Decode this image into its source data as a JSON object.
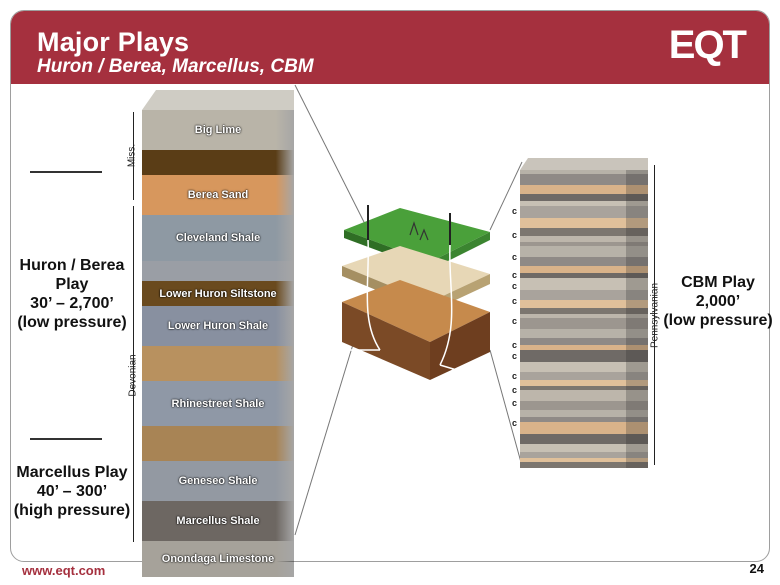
{
  "header": {
    "title": "Major Plays",
    "subtitle": "Huron / Berea, Marcellus, CBM",
    "logo_text": "EQT"
  },
  "left_plays": {
    "huron": [
      "Huron / Berea",
      "Play",
      "30’ – 2,700’",
      "(low pressure)"
    ],
    "marcellus": [
      "Marcellus Play",
      "40’ – 300’",
      "(high pressure)"
    ]
  },
  "right_play": [
    "CBM Play",
    "2,000’",
    "(low pressure)"
  ],
  "left_column": {
    "layers": [
      {
        "name": "Big Lime",
        "color": "#b9b4a8"
      },
      {
        "name": "",
        "color": "#5a3d16"
      },
      {
        "name": "Berea Sand",
        "color": "#d7975d"
      },
      {
        "name": "Cleveland Shale",
        "color": "#8e99a3"
      },
      {
        "name": "",
        "color": "#9a9ea5"
      },
      {
        "name": "Lower Huron Siltstone",
        "color": "#6a4a1e"
      },
      {
        "name": "Lower Huron Shale",
        "color": "#8890a0"
      },
      {
        "name": "",
        "color": "#b8915f"
      },
      {
        "name": "Rhinestreet Shale",
        "color": "#8f98a6"
      },
      {
        "name": "",
        "color": "#a88455"
      },
      {
        "name": "Geneseo Shale",
        "color": "#9399a2"
      },
      {
        "name": "Marcellus Shale",
        "color": "#6d6762"
      },
      {
        "name": "Onondaga Limestone",
        "color": "#a6a29a"
      }
    ],
    "brackets": {
      "upper": "Miss.",
      "lower": "Devonian"
    }
  },
  "right_column": {
    "bracket": "Pennsylvanian",
    "coal_marks": [
      "c",
      "c",
      "c",
      "c",
      "c",
      "c",
      "c",
      "c",
      "c",
      "c",
      "c",
      "c",
      "c"
    ]
  },
  "footer": {
    "url": "www.eqt.com",
    "page": "24"
  }
}
